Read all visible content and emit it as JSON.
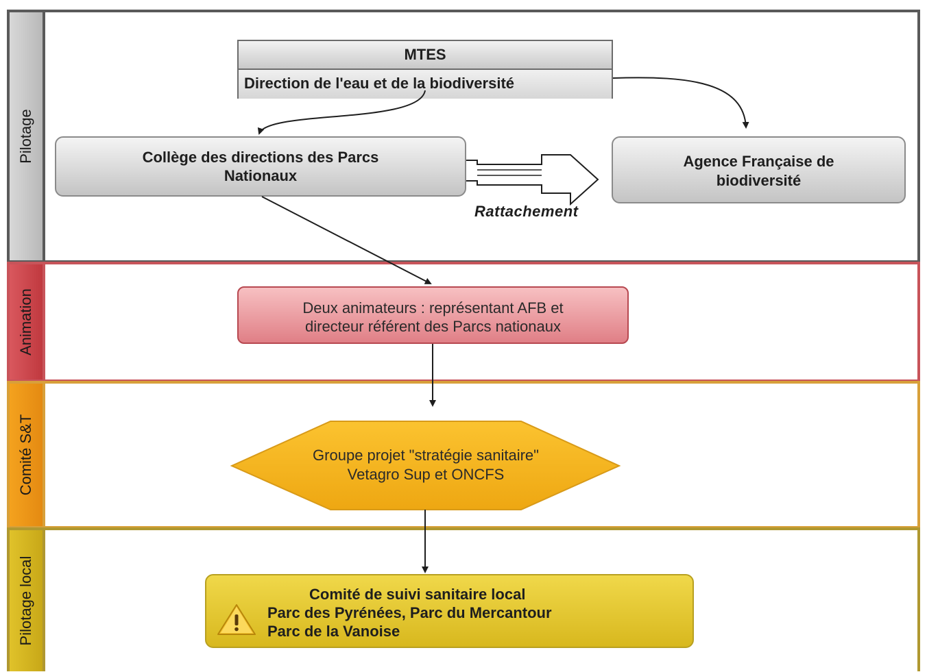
{
  "lanes": {
    "pilotage": "Pilotage",
    "animation": "Animation",
    "comite": "Comité S&T",
    "pilotage_local": "Pilotage local"
  },
  "nodes": {
    "mtes": {
      "title": "MTES",
      "subtitle": "Direction de l'eau et de la biodiversité"
    },
    "college": [
      "Collège des directions des Parcs",
      "Nationaux"
    ],
    "afb": [
      "Agence Française de",
      "biodiversité"
    ],
    "animateurs": [
      "Deux animateurs : représentant AFB et",
      "directeur référent des Parcs nationaux"
    ],
    "groupe": [
      "Groupe projet \"stratégie sanitaire\"",
      "Vetagro Sup et ONCFS"
    ],
    "comite_local": [
      "Comité de suivi sanitaire local",
      "Parc des Pyrénées, Parc du Mercantour",
      "Parc de la Vanoise"
    ]
  },
  "edges": {
    "rattachement_label": "Rattachement"
  },
  "icons": {
    "warning": "warning-icon"
  },
  "colors": {
    "pilotage": "#5a5a5a",
    "animation": "#c8545a",
    "comite": "#e48a12",
    "pilotage_local": "#c8a818",
    "arrow": "#1e1e1e"
  }
}
